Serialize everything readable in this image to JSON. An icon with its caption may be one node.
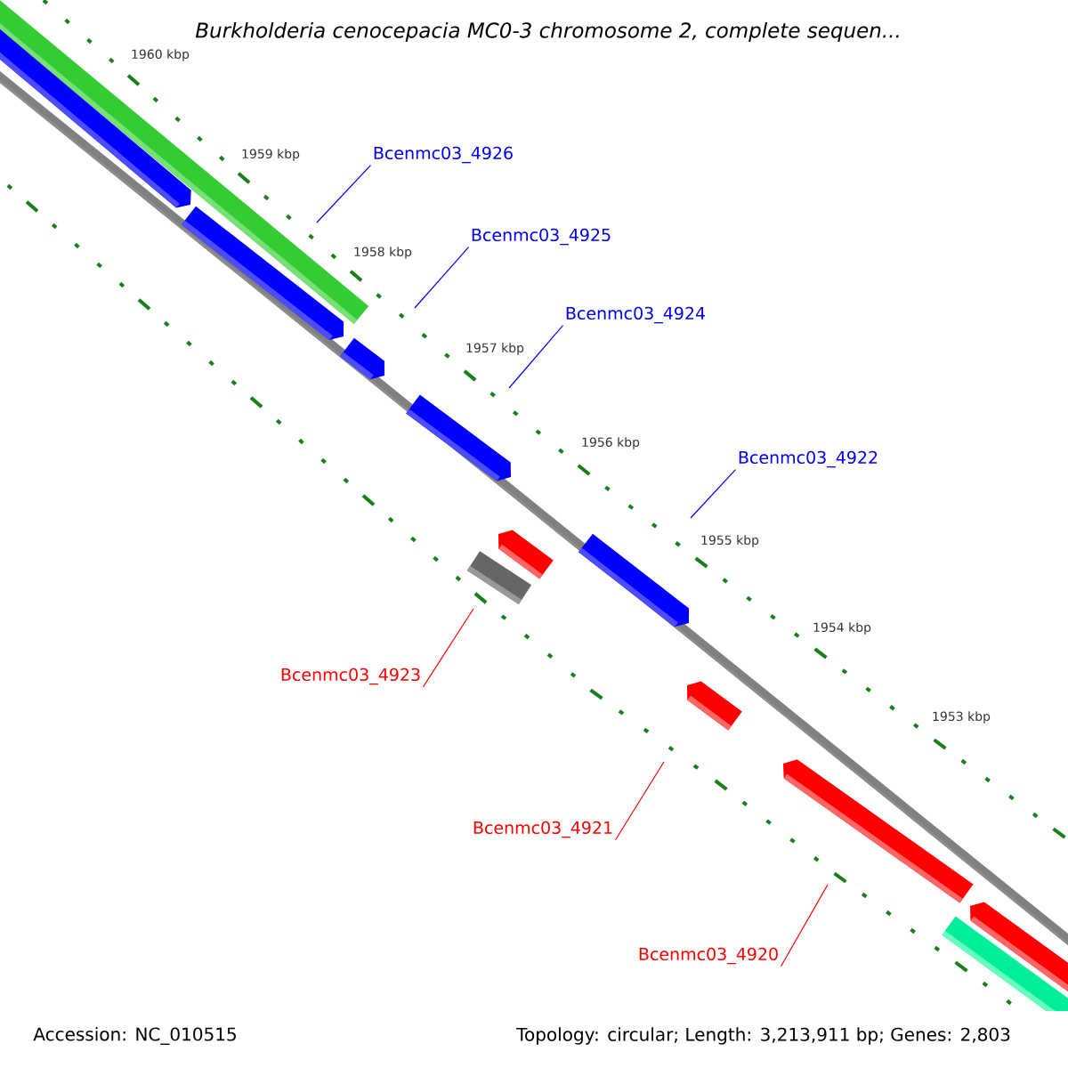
{
  "diagram": {
    "title": "Burkholderia cenocepacia MC0-3 chromosome 2, complete sequen...",
    "nodes": [
      {
        "text": [
          "Bcenmc03_4926"
        ]
      },
      {
        "text": [
          "Bcenmc03_4925"
        ]
      },
      {
        "text": [
          "Bcenmc03_4924"
        ]
      },
      {
        "text": [
          "Bcenmc03_4922"
        ]
      },
      {
        "text": [
          "Bcenmc03_4923"
        ]
      },
      {
        "text": [
          "Bcenmc03_4921"
        ]
      },
      {
        "text": [
          "Bcenmc03_4920"
        ]
      }
    ],
    "edges": [
      {
        "from": 0,
        "to": null,
        "arrow": "none",
        "color": "#0000ff"
      },
      {
        "from": 1,
        "to": null,
        "arrow": "none",
        "color": "#0000ff"
      },
      {
        "from": 2,
        "to": null,
        "arrow": "none",
        "color": "#0000ff"
      },
      {
        "from": 3,
        "to": null,
        "arrow": "none",
        "color": "#0000ff"
      },
      {
        "from": 4,
        "to": null,
        "arrow": "none",
        "color": "#ff0000"
      },
      {
        "from": 5,
        "to": null,
        "arrow": "none",
        "color": "#ff0000"
      },
      {
        "from": 6,
        "to": null,
        "arrow": "none",
        "color": "#ff0000"
      }
    ],
    "labels": [
      "1960 kbp",
      "1959 kbp",
      "1958 kbp",
      "1957 kbp",
      "1956 kbp",
      "1955 kbp",
      "1954 kbp",
      "1953 kbp",
      "Accession: NC_010515",
      "Topology: circular; Length: 3,213,911 bp; Genes: 2,803"
    ]
  }
}
